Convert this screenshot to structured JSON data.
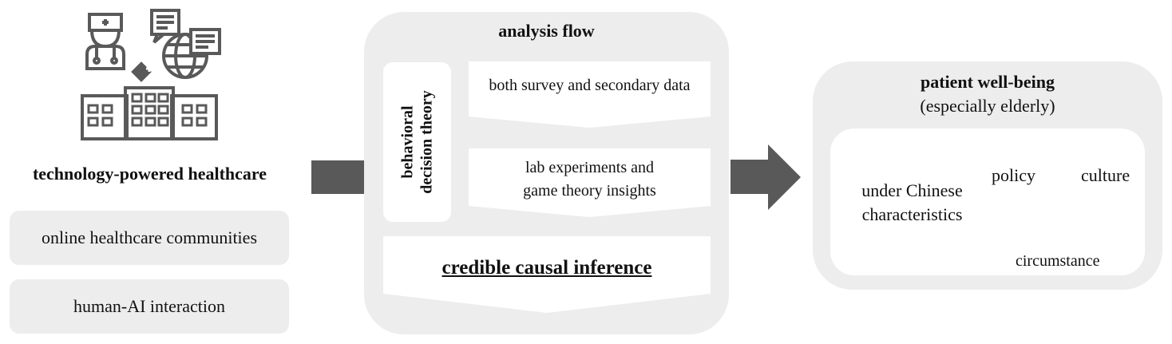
{
  "left": {
    "title": "technology-powered healthcare",
    "items": [
      "online healthcare communities",
      "human-AI interaction"
    ],
    "icon": "hospital-doctor-globe-icon"
  },
  "flow": {
    "title": "analysis flow",
    "theory_line1": "behavioral",
    "theory_line2": "decision theory",
    "step1": "both survey and secondary data",
    "step2_line1": "lab experiments and",
    "step2_line2": "game theory insights",
    "conclusion": "credible causal inference"
  },
  "right": {
    "title": "patient well-being",
    "subtitle": "(especially elderly)",
    "context_line1": "under Chinese",
    "context_line2": "characteristics",
    "cycle": [
      "policy",
      "culture",
      "circumstance"
    ]
  },
  "colors": {
    "panel": "#ededed",
    "arrow": "#595959",
    "icon": "#595959"
  }
}
